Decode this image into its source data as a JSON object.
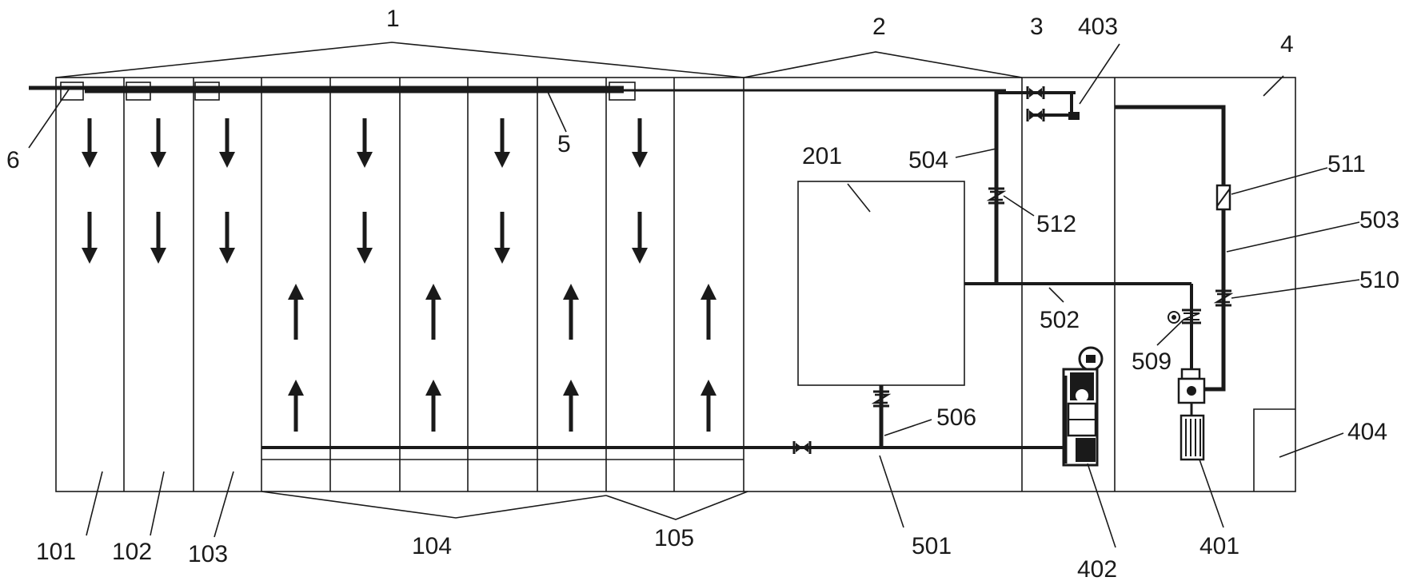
{
  "labels": {
    "l1": "1",
    "l2": "2",
    "l3": "3",
    "l4": "4",
    "l5": "5",
    "l6": "6",
    "l101": "101",
    "l102": "102",
    "l103": "103",
    "l104": "104",
    "l105": "105",
    "l201": "201",
    "l401": "401",
    "l402": "402",
    "l403": "403",
    "l404": "404",
    "l501": "501",
    "l502": "502",
    "l503": "503",
    "l504": "504",
    "l506": "506",
    "l509": "509",
    "l510": "510",
    "l511": "511",
    "l512": "512"
  },
  "flow": {
    "down_cells": [
      "101",
      "102",
      "103",
      "104-b",
      "104-d",
      "105-a"
    ],
    "up_cells": [
      "104-a",
      "104-c",
      "104-e",
      "105-b"
    ]
  }
}
